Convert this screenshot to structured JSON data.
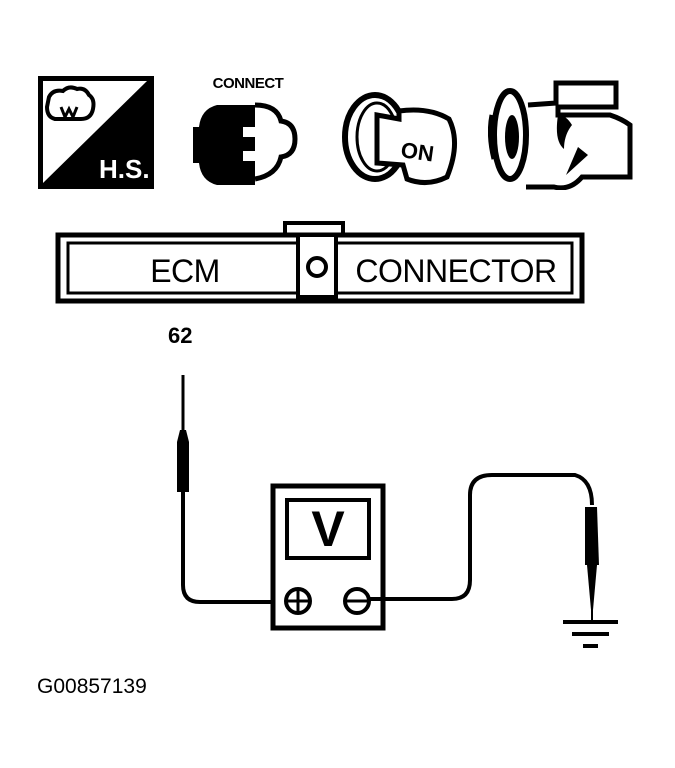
{
  "precondition_icons": [
    {
      "name": "hot-soak-icon",
      "label": "H.S."
    },
    {
      "name": "connect-connector-icon",
      "label": "CONNECT"
    },
    {
      "name": "ignition-on-icon",
      "label": "ON"
    },
    {
      "name": "engine-icon",
      "label": ""
    }
  ],
  "connector": {
    "left_label": "ECM",
    "right_label": "CONNECTOR"
  },
  "pin": {
    "number": "62"
  },
  "meter": {
    "label": "V",
    "positive_terminal": "+",
    "negative_terminal": "-"
  },
  "ground": {
    "symbol": "ground"
  },
  "figure_id": "G00857139",
  "colors": {
    "ink": "#000000",
    "paper": "#ffffff"
  }
}
